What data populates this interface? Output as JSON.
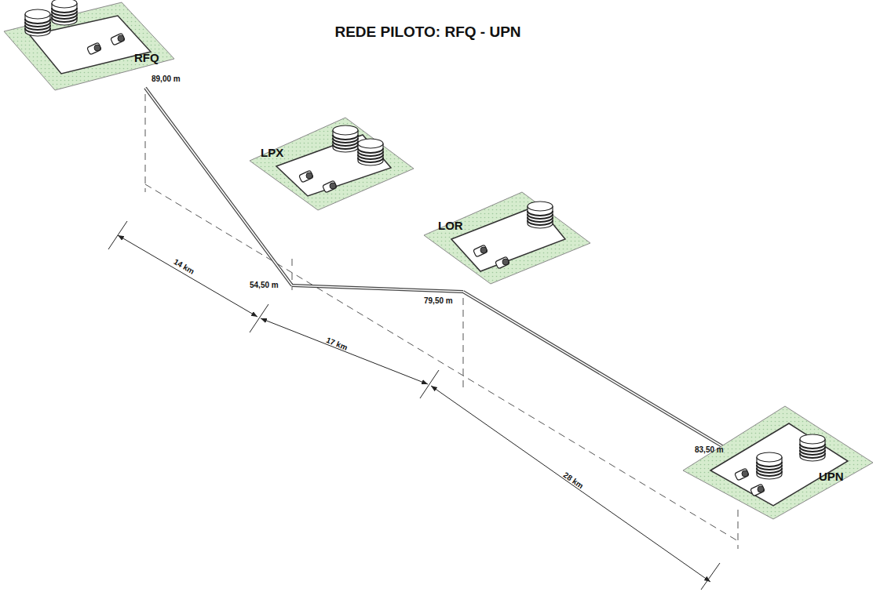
{
  "diagram": {
    "title": "REDE PILOTO: RFQ - UPN",
    "nodes": [
      {
        "text": [
          "RFQ"
        ]
      },
      {
        "text": [
          "LPX"
        ]
      },
      {
        "text": [
          "LOR"
        ]
      },
      {
        "text": [
          "UPN"
        ]
      }
    ],
    "edges": [
      {
        "from": 0,
        "to": 1,
        "arrow": "none"
      },
      {
        "from": 1,
        "to": 2,
        "arrow": "none"
      },
      {
        "from": 2,
        "to": 3,
        "arrow": "none"
      }
    ],
    "labels": [
      "89,00 m",
      "54,50 m",
      "79,50 m",
      "83,50 m",
      "14 km",
      "17 km",
      "28 km"
    ]
  }
}
